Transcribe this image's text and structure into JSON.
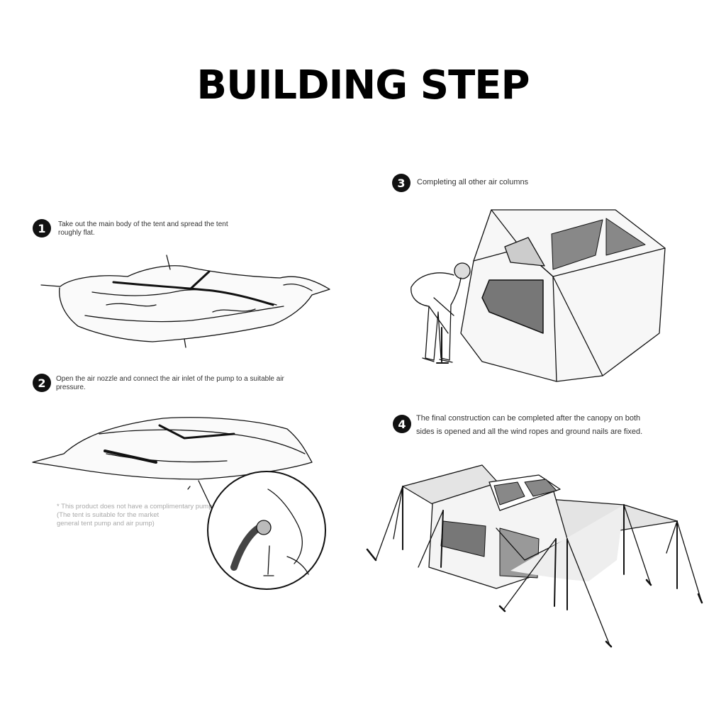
{
  "title": "BUILDING STEP",
  "steps": [
    {
      "number": "1",
      "text": "Take out the main body of the tent and spread the tent roughly flat."
    },
    {
      "number": "2",
      "text": "Open the air nozzle and connect the air inlet of the pump to a suitable air pressure."
    },
    {
      "number": "3",
      "text": "Completing all other air columns"
    },
    {
      "number": "4",
      "text": "The final construction can be completed after the canopy on both sides is opened and all the wind ropes and ground nails are fixed."
    }
  ],
  "note": {
    "line1": "* This product does not have a complimentary pump to buy by yourself",
    "line2": "(The tent is suitable for the market general tent pump and air pump)"
  },
  "colors": {
    "ink": "#111111",
    "fabric": "#e4e4e4",
    "mesh": "#777777"
  }
}
